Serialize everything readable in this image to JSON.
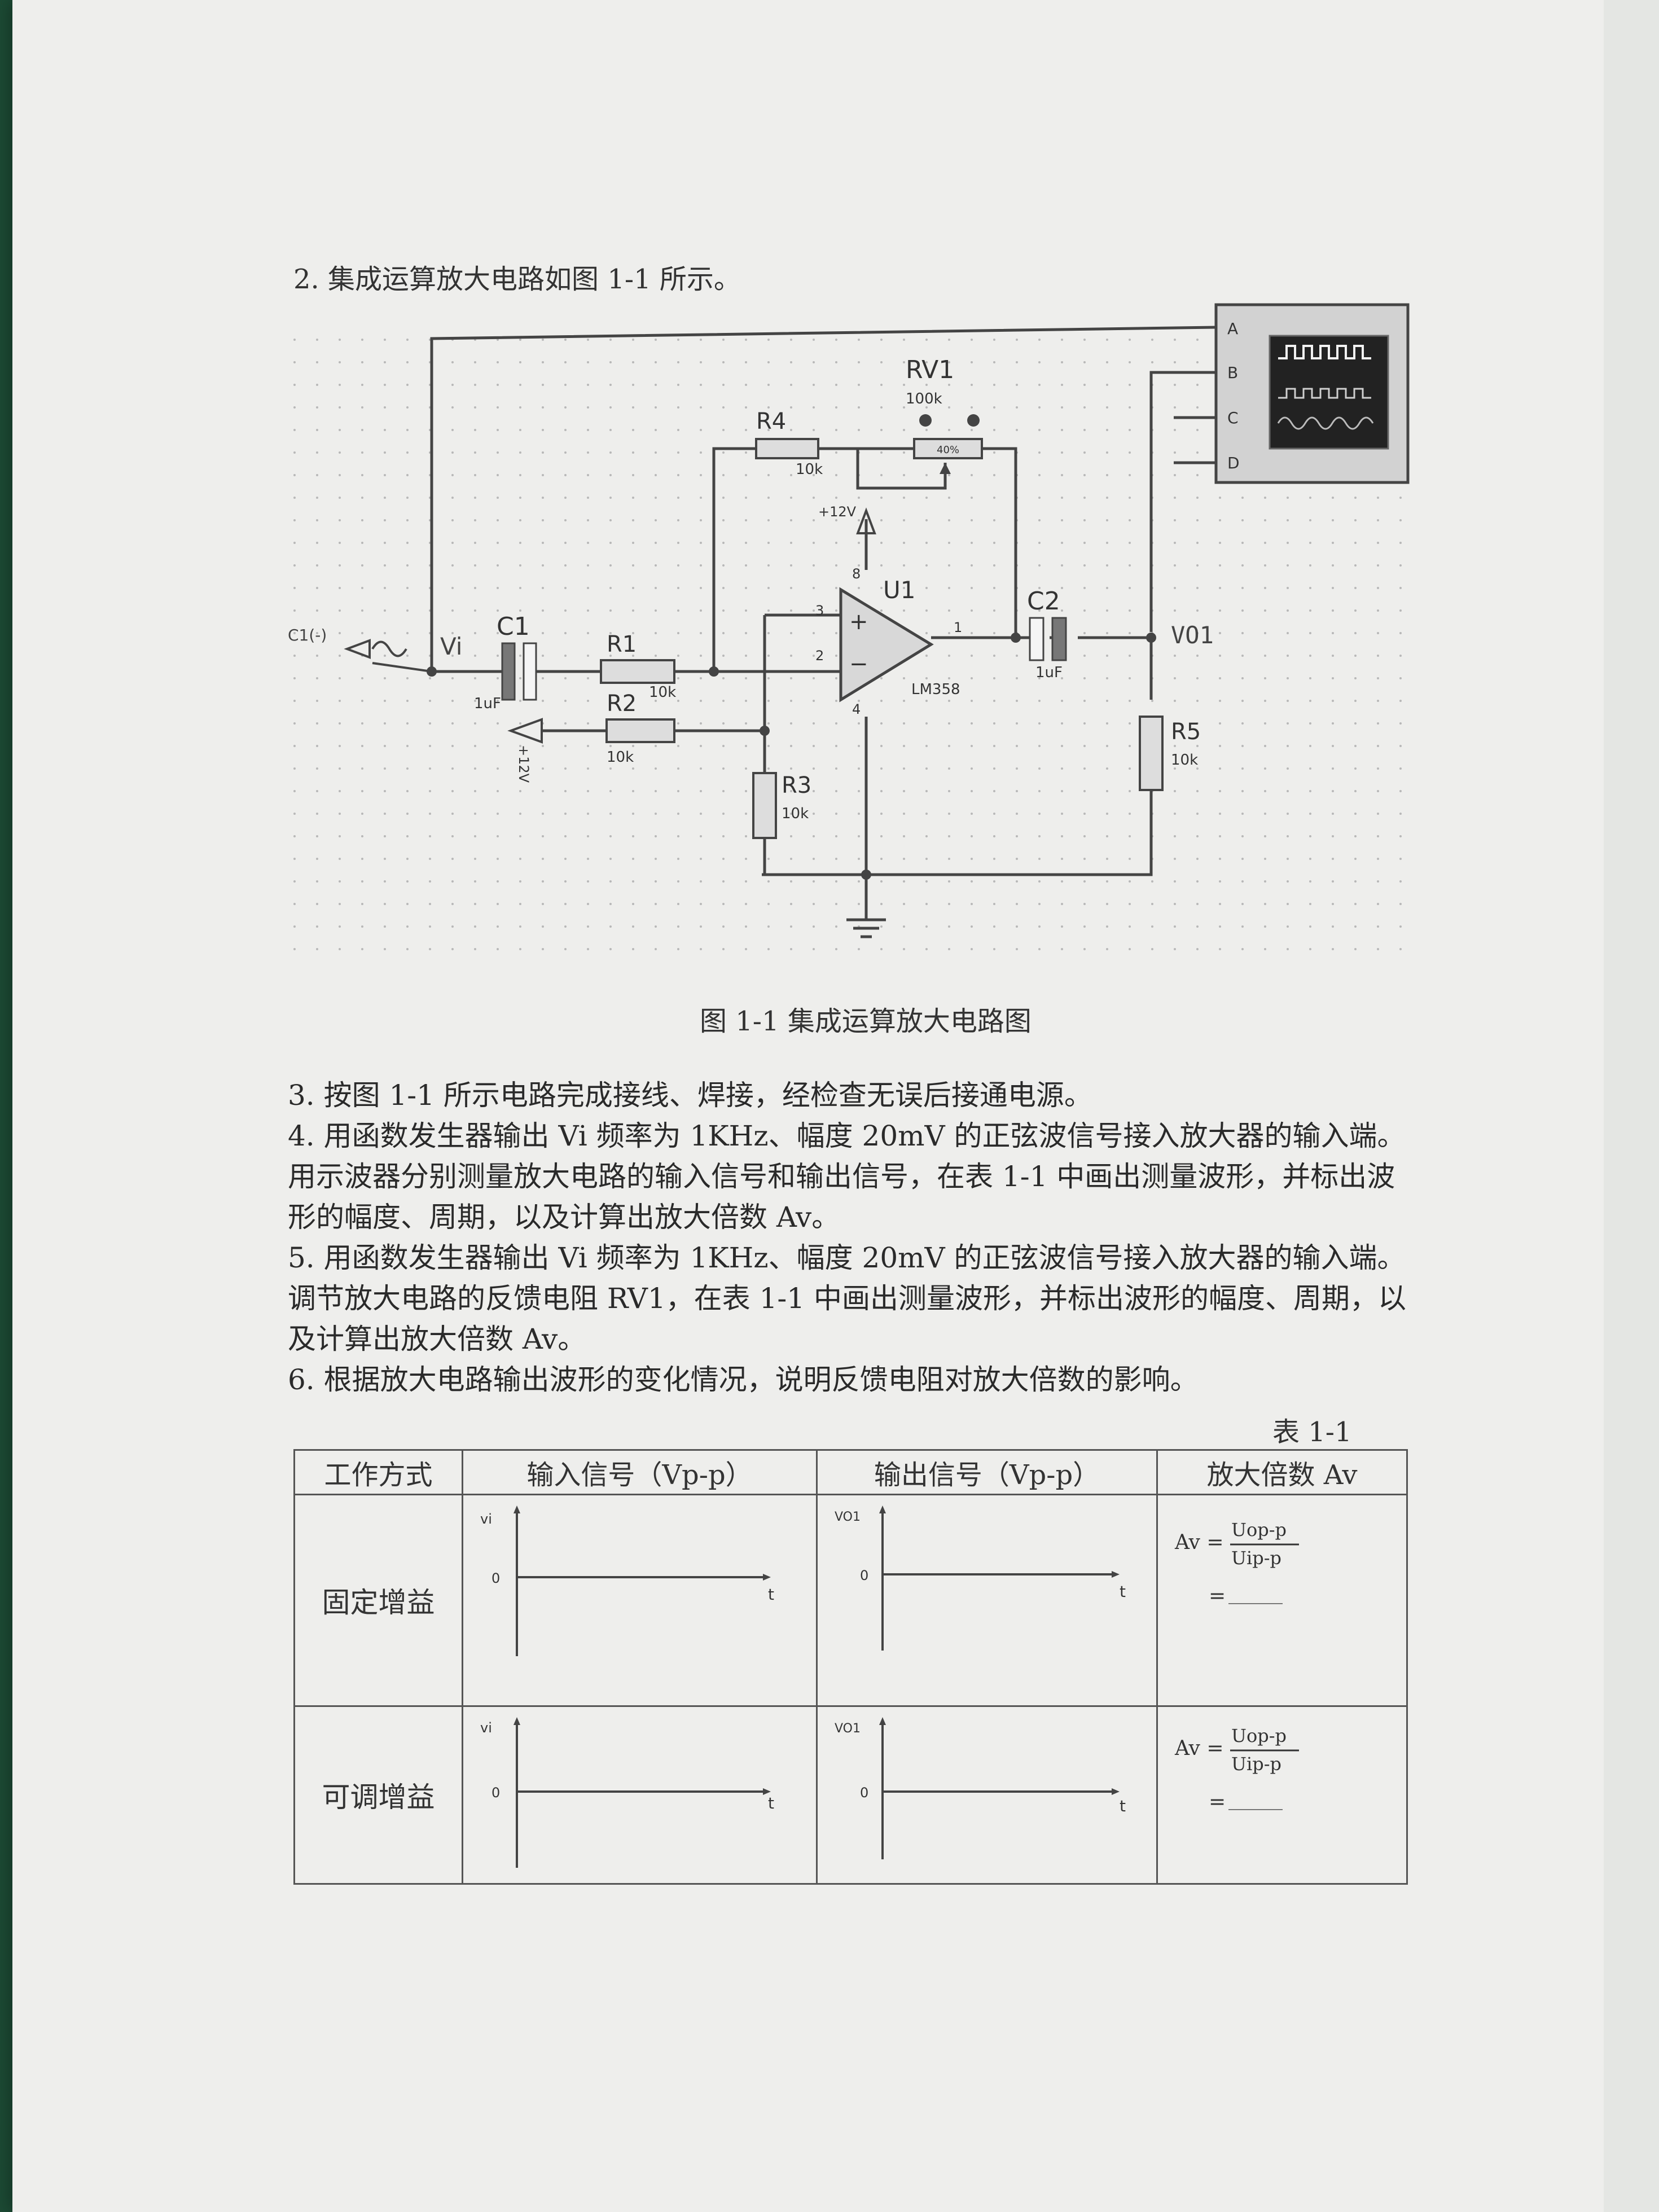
{
  "heading": "2. 集成运算放大电路如图 1-1 所示。",
  "circuit": {
    "source_label": "C1(-)",
    "vi_label": "Vi",
    "vo_label": "VO1",
    "scope_channels": [
      "A",
      "B",
      "C",
      "D"
    ],
    "components": {
      "C1": {
        "name": "C1",
        "value": "1uF"
      },
      "R1": {
        "name": "R1",
        "value": "10k"
      },
      "R2": {
        "name": "R2",
        "value": "10k"
      },
      "R3": {
        "name": "R3",
        "value": "10k"
      },
      "R4": {
        "name": "R4",
        "value": "10k"
      },
      "R5": {
        "name": "R5",
        "value": "10k"
      },
      "RV1": {
        "name": "RV1",
        "value": "100k",
        "setting": "40%"
      },
      "C2": {
        "name": "C2",
        "value": "1uF"
      },
      "U1": {
        "name": "U1",
        "part": "LM358"
      }
    },
    "supply_pos": "+12V",
    "supply_left": "+12V",
    "pins": {
      "p8": "8",
      "p3": "3",
      "p2": "2",
      "p1": "1",
      "p4": "4"
    },
    "plus_sign": "+",
    "minus_sign": "−"
  },
  "caption": "图 1-1 集成运算放大电路图",
  "steps": [
    "3. 按图 1-1 所示电路完成接线、焊接，经检查无误后接通电源。",
    "4. 用函数发生器输出 Vi 频率为 1KHz、幅度 20mV 的正弦波信号接入放大器的输入端。用示波器分别测量放大电路的输入信号和输出信号，在表 1-1 中画出测量波形，并标出波形的幅度、周期，以及计算出放大倍数 Av。",
    "5. 用函数发生器输出 Vi 频率为 1KHz、幅度 20mV 的正弦波信号接入放大器的输入端。调节放大电路的反馈电阻 RV1，在表 1-1 中画出测量波形，并标出波形的幅度、周期，以及计算出放大倍数 Av。",
    "6. 根据放大电路输出波形的变化情况，说明反馈电阻对放大倍数的影响。"
  ],
  "table": {
    "caption": "表 1-1",
    "headers": [
      "工作方式",
      "输入信号（Vp-p）",
      "输出信号（Vp-p）",
      "放大倍数 Av"
    ],
    "rows": [
      {
        "mode": "固定增益"
      },
      {
        "mode": "可调增益"
      }
    ],
    "axis": {
      "vi": "vi",
      "vo": "VO1",
      "origin": "0",
      "t": "t"
    },
    "formula": {
      "lhs": "Av =",
      "num": "Uop-p",
      "den": "Uip-p",
      "eq": "=",
      "blank": "______"
    }
  }
}
